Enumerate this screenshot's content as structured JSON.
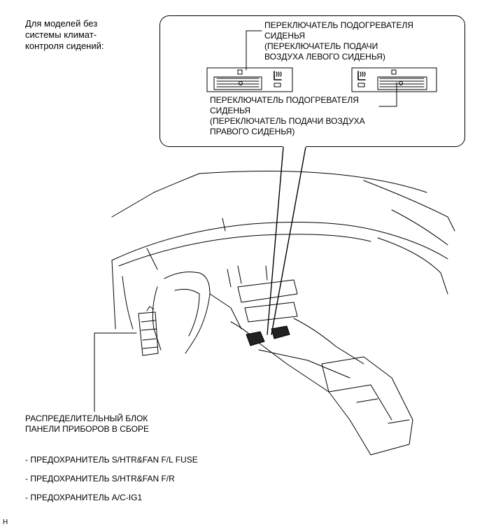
{
  "scope_note": "Для моделей без\nсистемы климат-\nконтроля сидений:",
  "callouts": {
    "left_seat_switch": "ПЕРЕКЛЮЧАТЕЛЬ ПОДОГРЕВАТЕЛЯ\nСИДЕНЬЯ\n(ПЕРЕКЛЮЧАТЕЛЬ ПОДАЧИ\nВОЗДУХА ЛЕВОГО СИДЕНЬЯ)",
    "right_seat_switch": "ПЕРЕКЛЮЧАТЕЛЬ ПОДОГРЕВАТЕЛЯ\nСИДЕНЬЯ\n(ПЕРЕКЛЮЧАТЕЛЬ ПОДАЧИ ВОЗДУХА\nПРАВОГО СИДЕНЬЯ)"
  },
  "junction_block_label": "РАСПРЕДЕЛИТЕЛЬНЫЙ БЛОК\nПАНЕЛИ ПРИБОРОВ В СБОРЕ",
  "fuses": [
    "- ПРЕДОХРАНИТЕЛЬ S/HTR&FAN F/L FUSE",
    "- ПРЕДОХРАНИТЕЛЬ S/HTR&FAN F/R",
    "- ПРЕДОХРАНИТЕЛЬ A/C-IG1"
  ],
  "corner_mark": "H",
  "icons": {
    "seat_heater": "seat-heater-icon",
    "connector": "connector-icon"
  }
}
